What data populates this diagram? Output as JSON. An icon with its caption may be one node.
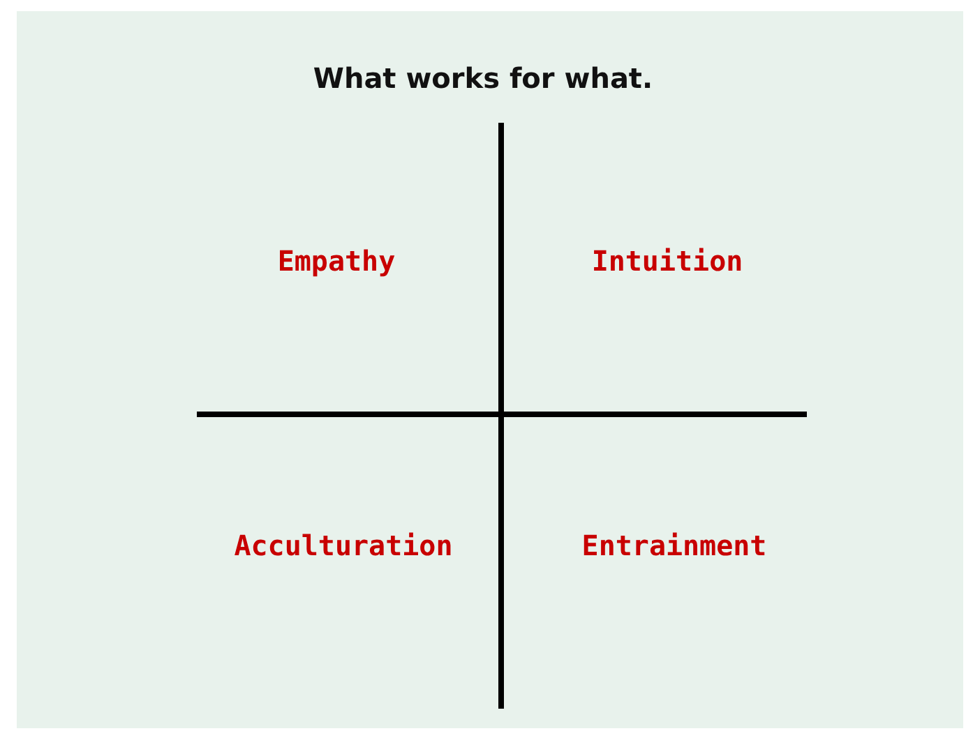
{
  "diagram": {
    "title": "What works for what.",
    "labels": [
      "Empathy",
      "Intuition",
      "Acculturation",
      "Entrainment"
    ]
  }
}
